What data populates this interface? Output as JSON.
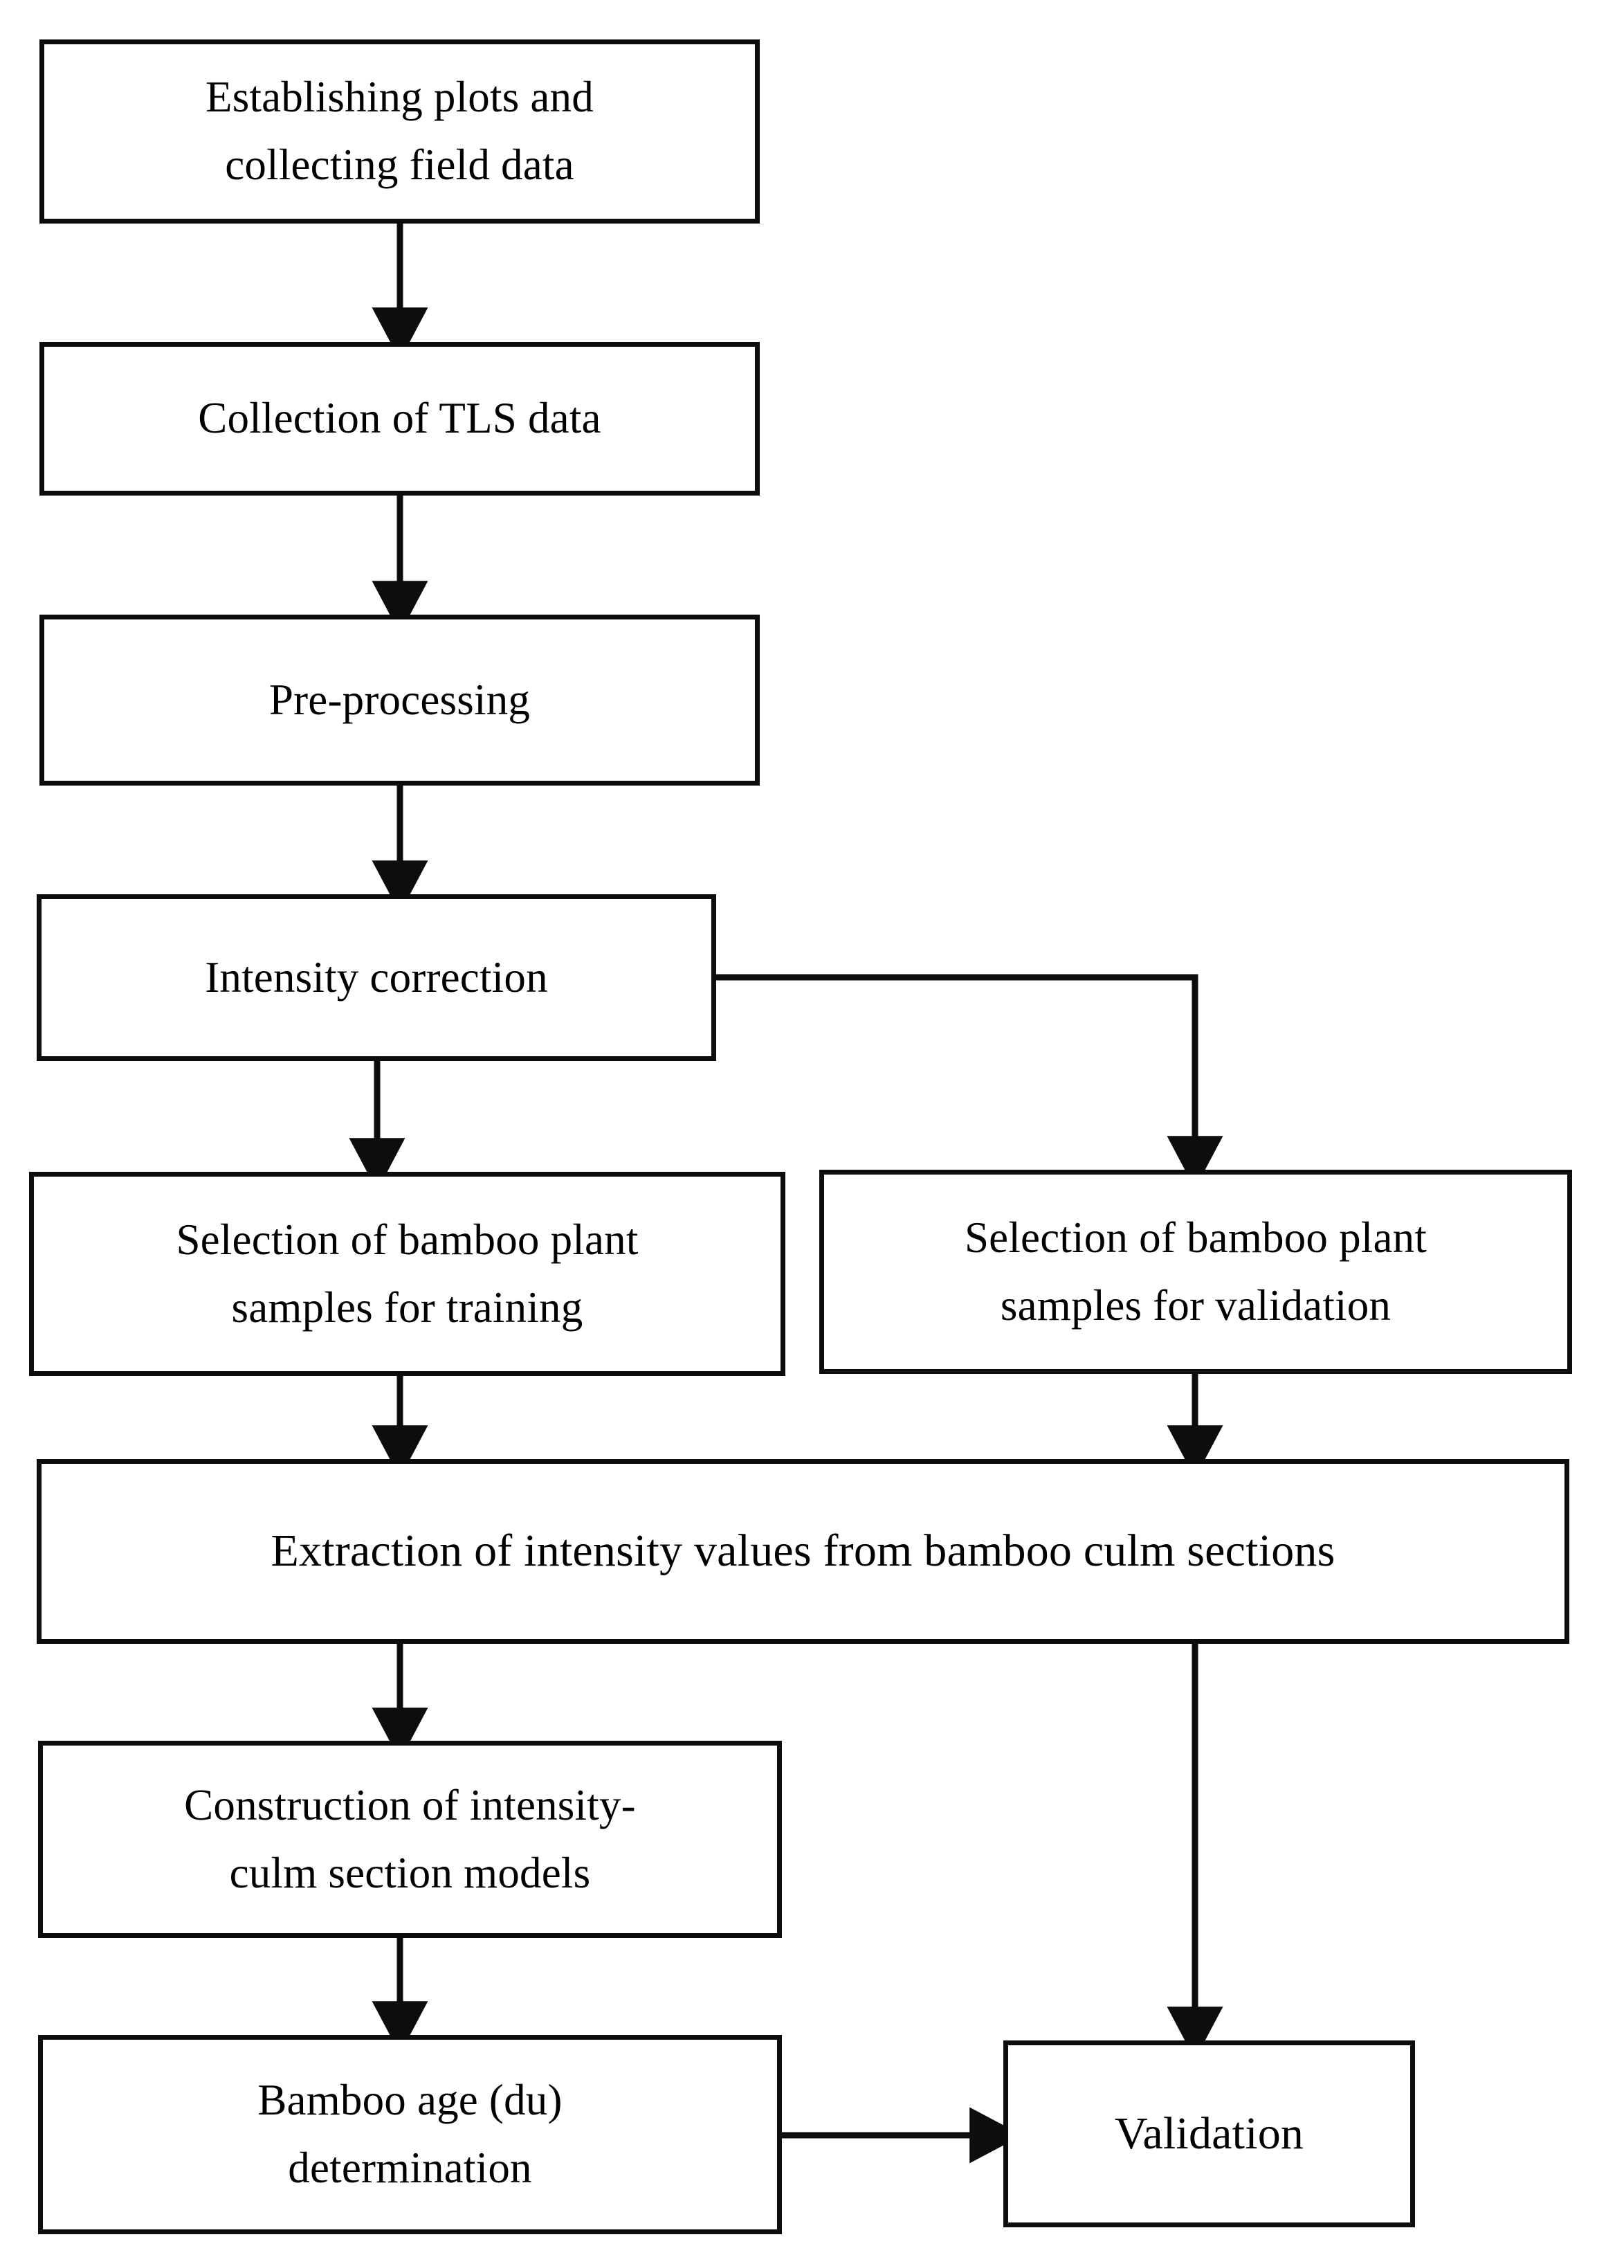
{
  "diagram": {
    "type": "flowchart",
    "title": "",
    "orientation": "top-to-bottom",
    "background_color": "#ffffff",
    "line_color": "#0d0d0d",
    "text_color": "#000000",
    "nodes": [
      {
        "id": "establish",
        "label": "Establishing plots and\ncollecting field data"
      },
      {
        "id": "tls",
        "label": "Collection of TLS data"
      },
      {
        "id": "pre",
        "label": "Pre-processing"
      },
      {
        "id": "intensity",
        "label": "Intensity correction"
      },
      {
        "id": "train",
        "label": "Selection of bamboo plant\nsamples for training"
      },
      {
        "id": "valid_samples",
        "label": "Selection of bamboo plant\nsamples for validation"
      },
      {
        "id": "extract",
        "label": "Extraction of intensity values from bamboo culm sections"
      },
      {
        "id": "construct",
        "label": "Construction of intensity-\nculm section models"
      },
      {
        "id": "bamboo",
        "label": "Bamboo age (du)\ndetermination"
      },
      {
        "id": "validation",
        "label": "Validation"
      }
    ],
    "edges": [
      {
        "from": "establish",
        "to": "tls",
        "style": "straight-down"
      },
      {
        "from": "tls",
        "to": "pre",
        "style": "straight-down"
      },
      {
        "from": "pre",
        "to": "intensity",
        "style": "straight-down"
      },
      {
        "from": "intensity",
        "to": "train",
        "style": "straight-down"
      },
      {
        "from": "intensity",
        "to": "valid_samples",
        "style": "right-then-down"
      },
      {
        "from": "train",
        "to": "extract",
        "style": "straight-down"
      },
      {
        "from": "valid_samples",
        "to": "extract",
        "style": "straight-down"
      },
      {
        "from": "extract",
        "to": "construct",
        "style": "straight-down"
      },
      {
        "from": "extract",
        "to": "validation",
        "style": "straight-down"
      },
      {
        "from": "construct",
        "to": "bamboo",
        "style": "straight-down"
      },
      {
        "from": "bamboo",
        "to": "validation",
        "style": "straight-right"
      }
    ]
  }
}
